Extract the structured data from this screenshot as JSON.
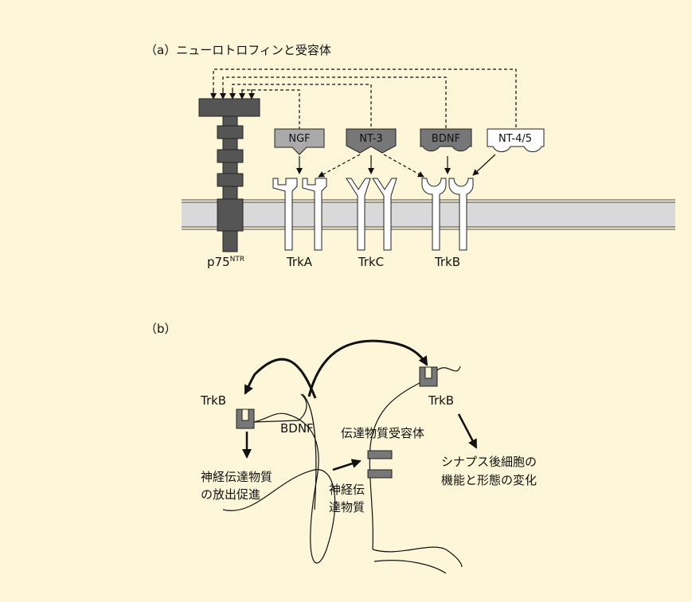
{
  "panel_a": {
    "title": "（a）ニューロトロフィンと受容体",
    "ligands": {
      "ngf": "NGF",
      "nt3": "NT-3",
      "bdnf": "BDNF",
      "nt45": "NT-4/5"
    },
    "receptors": {
      "trka": "TrkA",
      "trkc": "TrkC",
      "trkb": "TrkB"
    },
    "p75_base": "p75",
    "p75_sup": "NTR"
  },
  "panel_b": {
    "title": "（b）",
    "trkb_left": "TrkB",
    "trkb_right": "TrkB",
    "bdnf": "BDNF",
    "transmitter_receptor": "伝達物質受容体",
    "release_line1": "神経伝達物質",
    "release_line2": "の放出促進",
    "transmitter_line1": "神経伝",
    "transmitter_line2": "達物質",
    "postsyn_line1": "シナプス後細胞の",
    "postsyn_line2": "機能と形態の変化"
  },
  "colors": {
    "background": "#fdf6d8",
    "dark_gray": "#555555",
    "medium_gray": "#777777",
    "light_gray": "#aaaaaa",
    "membrane": "#d9d9d9"
  }
}
